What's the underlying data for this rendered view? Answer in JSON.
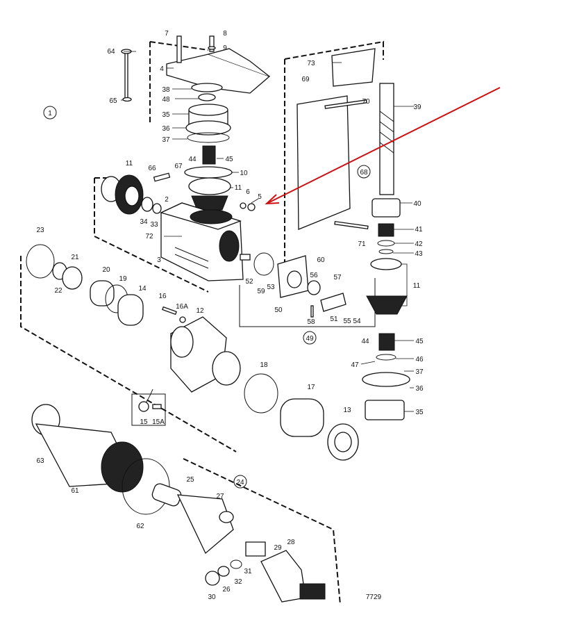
{
  "labels": {
    "p1": "1",
    "p2": "2",
    "p3": "3",
    "p4": "4",
    "p5": "5",
    "p6": "6",
    "p7": "7",
    "p8": "8",
    "p9": "9",
    "p10": "10",
    "p11a": "11",
    "p11b": "11",
    "p11c": "11",
    "p12": "12",
    "p13": "13",
    "p14": "14",
    "p15": "15",
    "p15a": "15A",
    "p16": "16",
    "p16a": "16A",
    "p17": "17",
    "p18": "18",
    "p19": "19",
    "p20": "20",
    "p21": "21",
    "p22": "22",
    "p23": "23",
    "p24": "24",
    "p25": "25",
    "p26": "26",
    "p27": "27",
    "p28": "28",
    "p29": "29",
    "p30": "30",
    "p31": "31",
    "p32": "32",
    "p33": "33",
    "p34": "34",
    "p35a": "35",
    "p35b": "35",
    "p36a": "36",
    "p36b": "36",
    "p37a": "37",
    "p37b": "37",
    "p38": "38",
    "p39": "39",
    "p40": "40",
    "p41": "41",
    "p42": "42",
    "p43": "43",
    "p44a": "44",
    "p44b": "44",
    "p45a": "45",
    "p45b": "45",
    "p46": "46",
    "p47": "47",
    "p48": "48",
    "p49": "49",
    "p50": "50",
    "p51": "51",
    "p52": "52",
    "p53": "53",
    "p54": "54",
    "p55": "55",
    "p56": "56",
    "p57": "57",
    "p58": "58",
    "p59": "59",
    "p60": "60",
    "p61": "61",
    "p62": "62",
    "p63": "63",
    "p64": "64",
    "p65": "65",
    "p66": "66",
    "p67": "67",
    "p68": "68",
    "p69": "69",
    "p70": "70",
    "p71": "71",
    "p72": "72",
    "p73": "73"
  },
  "drawing_number": "7729",
  "colors": {
    "ink": "#111111",
    "arrow": "#cc1111",
    "paper": "#ffffff"
  }
}
